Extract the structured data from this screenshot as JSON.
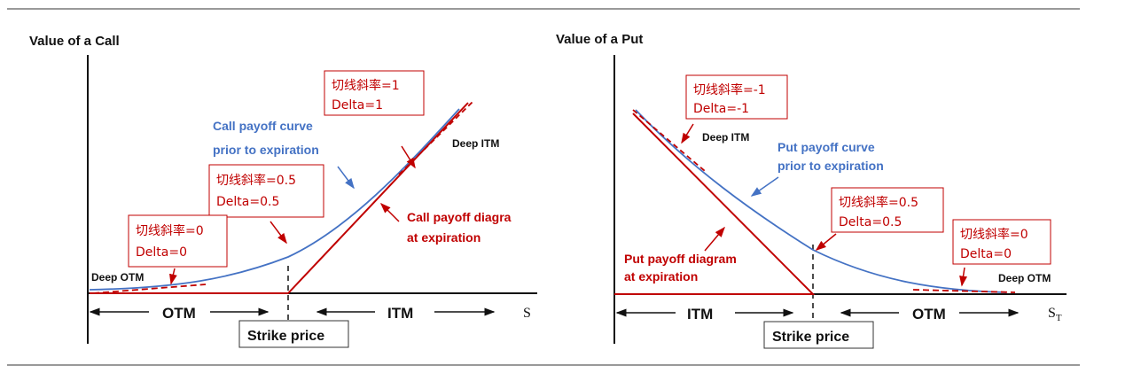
{
  "colors": {
    "payoff": "#c00000",
    "curve": "#4472c4",
    "axis": "#111111"
  },
  "call": {
    "title": "Value of a Call",
    "box_itm": [
      "切线斜率=1",
      "Delta=1"
    ],
    "box_atm": [
      "切线斜率=0.5",
      "Delta=0.5"
    ],
    "box_otm": [
      "切线斜率=0",
      "Delta=0"
    ],
    "curve_label": [
      "Call payoff curve",
      "prior to expiration"
    ],
    "payoff_label": [
      "Call payoff diagra",
      "at expiration"
    ],
    "deep_itm": "Deep ITM",
    "deep_otm": "Deep OTM",
    "zone_left": "OTM",
    "zone_right": "ITM",
    "x_axis": "S",
    "strike": "Strike price"
  },
  "put": {
    "title": "Value of a Put",
    "box_itm": [
      "切线斜率=-1",
      "Delta=-1"
    ],
    "box_atm": [
      "切线斜率=0.5",
      "Delta=0.5"
    ],
    "box_otm": [
      "切线斜率=0",
      "Delta=0"
    ],
    "curve_label": [
      "Put payoff curve",
      "prior to expiration"
    ],
    "payoff_label": [
      "Put payoff diagram",
      "at expiration"
    ],
    "deep_itm": "Deep ITM",
    "deep_otm": "Deep OTM",
    "zone_left": "ITM",
    "zone_right": "OTM",
    "x_axis": "S",
    "x_axis_sub": "T",
    "strike": "Strike price"
  }
}
